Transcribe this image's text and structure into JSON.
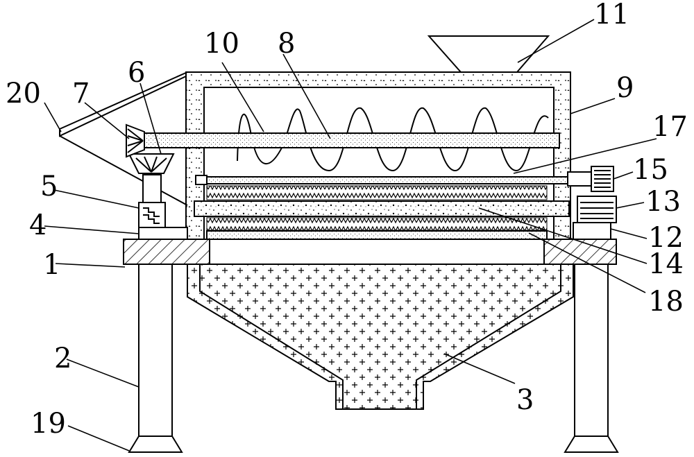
{
  "labels": {
    "l1": "1",
    "l2": "2",
    "l3": "3",
    "l4": "4",
    "l5": "5",
    "l6": "6",
    "l7": "7",
    "l8": "8",
    "l9": "9",
    "l10": "10",
    "l11": "11",
    "l12": "12",
    "l13": "13",
    "l14": "14",
    "l15": "15",
    "l17": "17",
    "l18": "18",
    "l19": "19",
    "l20": "20"
  },
  "colors": {
    "line": "#000000",
    "background": "#ffffff"
  }
}
